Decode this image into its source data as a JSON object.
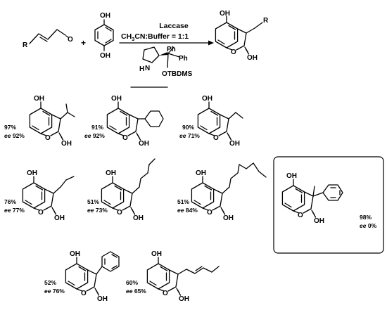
{
  "reaction": {
    "reactant_r": "R",
    "reactant_o": "O",
    "plus": "+",
    "hq_oh_top": "OH",
    "hq_oh_bottom": "OH",
    "condition_line1": "Laccase",
    "condition_line2_prefix": "CH",
    "condition_line2_sub": "3",
    "condition_line2_suffix": "CN:Buffer = 1:1",
    "catalyst_ph1": "Ph",
    "catalyst_ph2": "Ph",
    "catalyst_nh": "N",
    "catalyst_h": "H",
    "catalyst_otbdms": "OTBDMS",
    "product_oh_top": "OH",
    "product_r": "R",
    "product_o": "O",
    "product_oh": "OH"
  },
  "products": [
    {
      "yield": "97%",
      "ee_label": "ee",
      "ee_value": "92%",
      "oh": "OH",
      "o": "O",
      "oh2": "OH"
    },
    {
      "yield": "91%",
      "ee_label": "ee",
      "ee_value": "92%",
      "oh": "OH",
      "o": "O",
      "oh2": "OH"
    },
    {
      "yield": "90%",
      "ee_label": "ee",
      "ee_value": "71%",
      "oh": "OH",
      "o": "O",
      "oh2": "OH"
    },
    {
      "yield": "76%",
      "ee_label": "ee",
      "ee_value": "77%",
      "oh": "OH",
      "o": "O",
      "oh2": "OH"
    },
    {
      "yield": "51%",
      "ee_label": "ee",
      "ee_value": "73%",
      "oh": "OH",
      "o": "O",
      "oh2": "OH"
    },
    {
      "yield": "51%",
      "ee_label": "ee",
      "ee_value": "84%",
      "oh": "OH",
      "o": "O",
      "oh2": "OH"
    },
    {
      "yield": "52%",
      "ee_label": "ee",
      "ee_value": "76%",
      "oh": "OH",
      "o": "O",
      "oh2": "OH"
    },
    {
      "yield": "60%",
      "ee_label": "ee",
      "ee_value": "65%",
      "oh": "OH",
      "o": "O",
      "oh2": "OH"
    }
  ],
  "boxed_product": {
    "yield": "98%",
    "ee_label": "ee",
    "ee_value": "0%",
    "oh": "OH",
    "o": "O",
    "oh2": "OH"
  }
}
